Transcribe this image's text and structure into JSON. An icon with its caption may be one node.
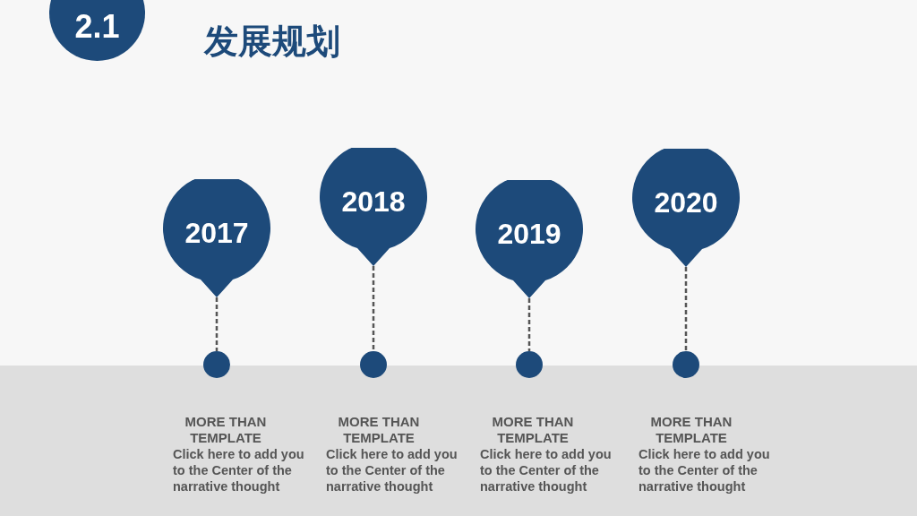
{
  "diagram": {
    "title": "发展规划",
    "nodes": [
      {
        "text": [
          "2.1"
        ]
      },
      {
        "text": [
          "2017"
        ]
      },
      {
        "text": [],
        "shape": "circle",
        "beside": [
          "MORE THAN TEMPLATE",
          "Click here to add you to the Center of the narrative thought"
        ]
      },
      {
        "text": [
          "2018"
        ]
      },
      {
        "text": [],
        "shape": "circle",
        "beside": [
          "MORE THAN TEMPLATE",
          "Click here to add you to the Center of the narrative thought"
        ]
      },
      {
        "text": [
          "2019"
        ]
      },
      {
        "text": [],
        "shape": "circle",
        "beside": [
          "MORE THAN TEMPLATE",
          "Click here to add you to the Center of the narrative thought"
        ]
      },
      {
        "text": [
          "2020"
        ]
      },
      {
        "text": [],
        "shape": "circle",
        "beside": [
          "MORE THAN TEMPLATE",
          "Click here to add you to the Center of the narrative thought"
        ]
      }
    ],
    "edges": [
      {
        "from": 1,
        "to": 2,
        "arrow": "none",
        "style": "dashed"
      },
      {
        "from": 3,
        "to": 4,
        "arrow": "none",
        "style": "dashed"
      },
      {
        "from": 5,
        "to": 6,
        "arrow": "none",
        "style": "dashed"
      },
      {
        "from": 7,
        "to": 8,
        "arrow": "none",
        "style": "dashed"
      }
    ]
  }
}
